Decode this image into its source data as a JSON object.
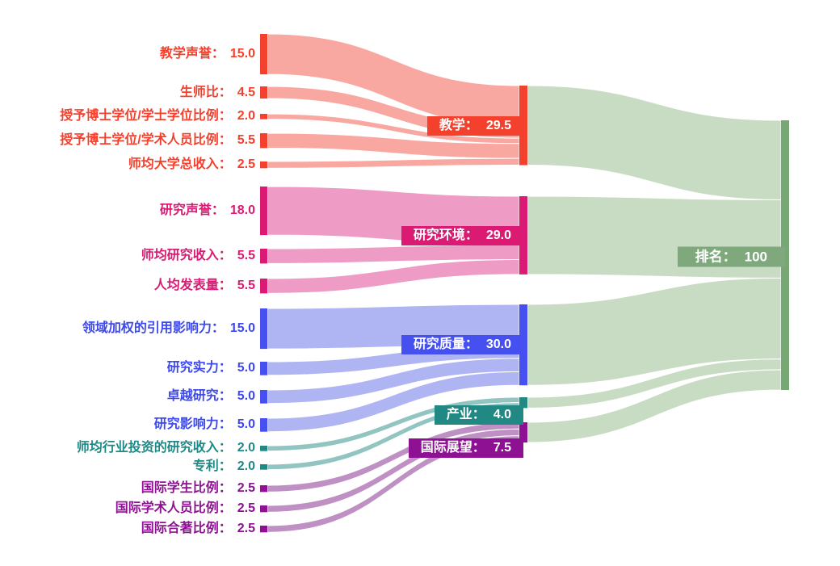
{
  "chart_data": {
    "type": "sankey",
    "description": "University ranking methodology sankey: 17 indicators flow into 5 pillar scores which flow into the total ranking score of 100",
    "legend_position": "none",
    "grid": false,
    "final_node": {
      "label": "排名",
      "value": "100",
      "bar_color": "#77a873",
      "flow_color": "#c8dbc3",
      "label_bg": "#7fa97c"
    },
    "groups": [
      {
        "name": "teaching",
        "mid": {
          "label": "教学",
          "value": "29.5"
        },
        "bar_color": "#f4412d",
        "flow_color": "#f9a8a1",
        "text_color": "#f4412d",
        "sources": [
          {
            "label": "教学声誉",
            "value": "15.0"
          },
          {
            "label": "生师比",
            "value": "4.5"
          },
          {
            "label": "授予博士学位/学士学位比例",
            "value": "2.0"
          },
          {
            "label": "授予博士学位/学术人员比例",
            "value": "5.5"
          },
          {
            "label": "师均大学总收入",
            "value": "2.5"
          }
        ]
      },
      {
        "name": "research-environment",
        "mid": {
          "label": "研究环境",
          "value": "29.0"
        },
        "bar_color": "#da1a73",
        "flow_color": "#ee9cc5",
        "text_color": "#da1a73",
        "sources": [
          {
            "label": "研究声誉",
            "value": "18.0"
          },
          {
            "label": "师均研究收入",
            "value": "5.5"
          },
          {
            "label": "人均发表量",
            "value": "5.5"
          }
        ]
      },
      {
        "name": "research-quality",
        "mid": {
          "label": "研究质量",
          "value": "30.0"
        },
        "bar_color": "#4650f0",
        "flow_color": "#aeb5f2",
        "text_color": "#3d49ee",
        "sources": [
          {
            "label": "领域加权的引用影响力",
            "value": "15.0"
          },
          {
            "label": "研究实力",
            "value": "5.0"
          },
          {
            "label": "卓越研究",
            "value": "5.0"
          },
          {
            "label": "研究影响力",
            "value": "5.0"
          }
        ]
      },
      {
        "name": "industry",
        "mid": {
          "label": "产业",
          "value": "4.0"
        },
        "bar_color": "#218884",
        "flow_color": "#92c5c1",
        "text_color": "#1e8a86",
        "sources": [
          {
            "label": "师均行业投资的研究收入",
            "value": "2.0"
          },
          {
            "label": "专利",
            "value": "2.0"
          }
        ]
      },
      {
        "name": "international-outlook",
        "mid": {
          "label": "国际展望",
          "value": "7.5"
        },
        "bar_color": "#8d1192",
        "flow_color": "#bf90c4",
        "text_color": "#8d1192",
        "sources": [
          {
            "label": "国际学生比例",
            "value": "2.5"
          },
          {
            "label": "国际学术人员比例",
            "value": "2.5"
          },
          {
            "label": "国际合著比例",
            "value": "2.5"
          }
        ]
      }
    ]
  }
}
